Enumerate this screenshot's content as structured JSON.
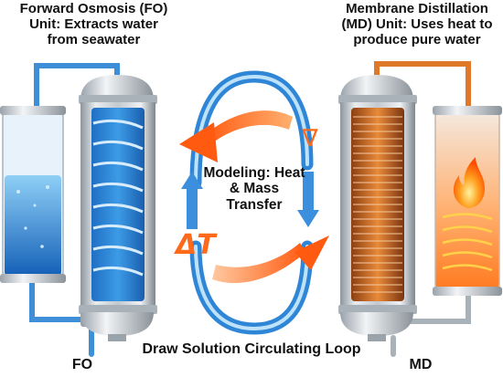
{
  "fo_unit": {
    "description": "Forward Osmosis (FO) Unit: Extracts water from seawater",
    "tag": "FO"
  },
  "md_unit": {
    "description": "Membrane Distillation (MD) Unit: Uses heat to produce pure water",
    "tag": "MD"
  },
  "center": {
    "text": "Modeling: Heat & Mass Transfer",
    "delta_symbol": "ΔT",
    "gradient_symbol": "∇"
  },
  "loop": {
    "label": "Draw Solution Circulating Loop"
  },
  "colors": {
    "cold_blue": "#2f86d6",
    "light_blue": "#7fc0ee",
    "hot_orange": "#ff6a1a",
    "steel": "#b9c0c7",
    "copper": "#e0782a"
  },
  "icons": [
    "flame-icon",
    "seawater-icon",
    "coil-icon"
  ]
}
